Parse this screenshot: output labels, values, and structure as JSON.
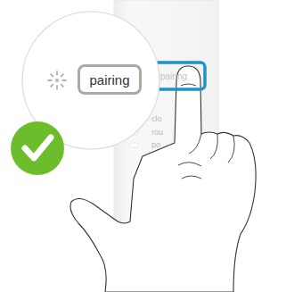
{
  "diagram": {
    "nodes": [
      {
        "text": [
          "pairing"
        ]
      },
      {
        "text": [
          "pairing"
        ]
      }
    ],
    "labels": [
      "clo",
      "rou",
      "po"
    ]
  }
}
